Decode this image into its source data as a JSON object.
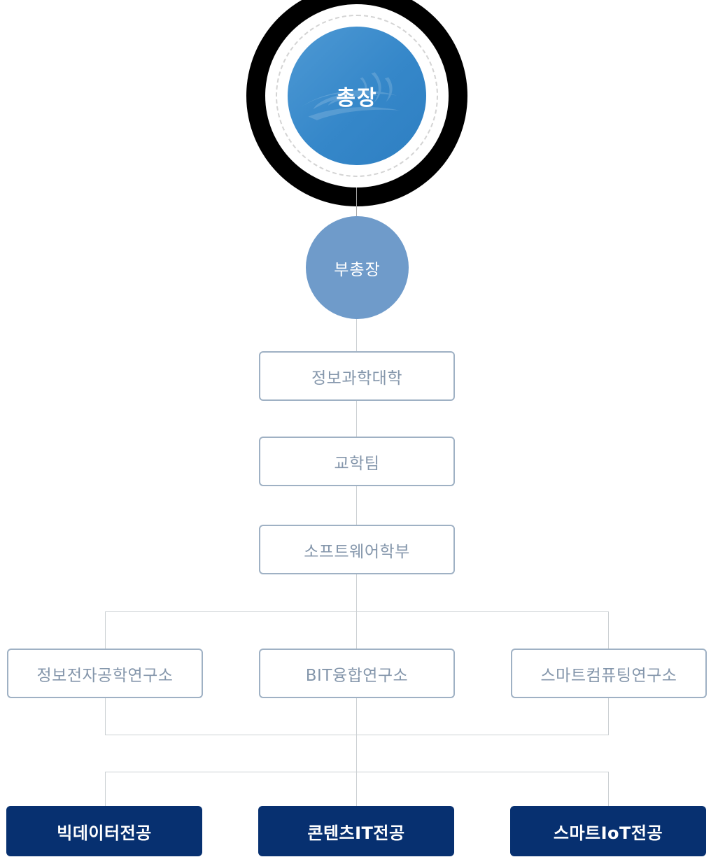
{
  "org_chart": {
    "president": "총장",
    "vice_president": "부총장",
    "chain": [
      "정보과학대학",
      "교학팀",
      "소프트웨어학부"
    ],
    "institutes": [
      "정보전자공학연구소",
      "BIT융합연구소",
      "스마트컴퓨팅연구소"
    ],
    "majors": [
      "빅데이터전공",
      "콘텐츠IT전공",
      "스마트IoT전공"
    ],
    "icons": {
      "president_background": "wave-logo-icon"
    },
    "colors": {
      "president_outer_ring": "#000000",
      "president_circle_gradient_start": "#4e99d4",
      "president_circle_gradient_end": "#2e7fc2",
      "vice_president_circle": "#6f9bca",
      "box_border": "#9fb1c4",
      "box_text": "#8496ab",
      "major_box_background": "#073070",
      "major_box_text": "#ffffff",
      "connector_line": "#cbd0d3"
    }
  }
}
